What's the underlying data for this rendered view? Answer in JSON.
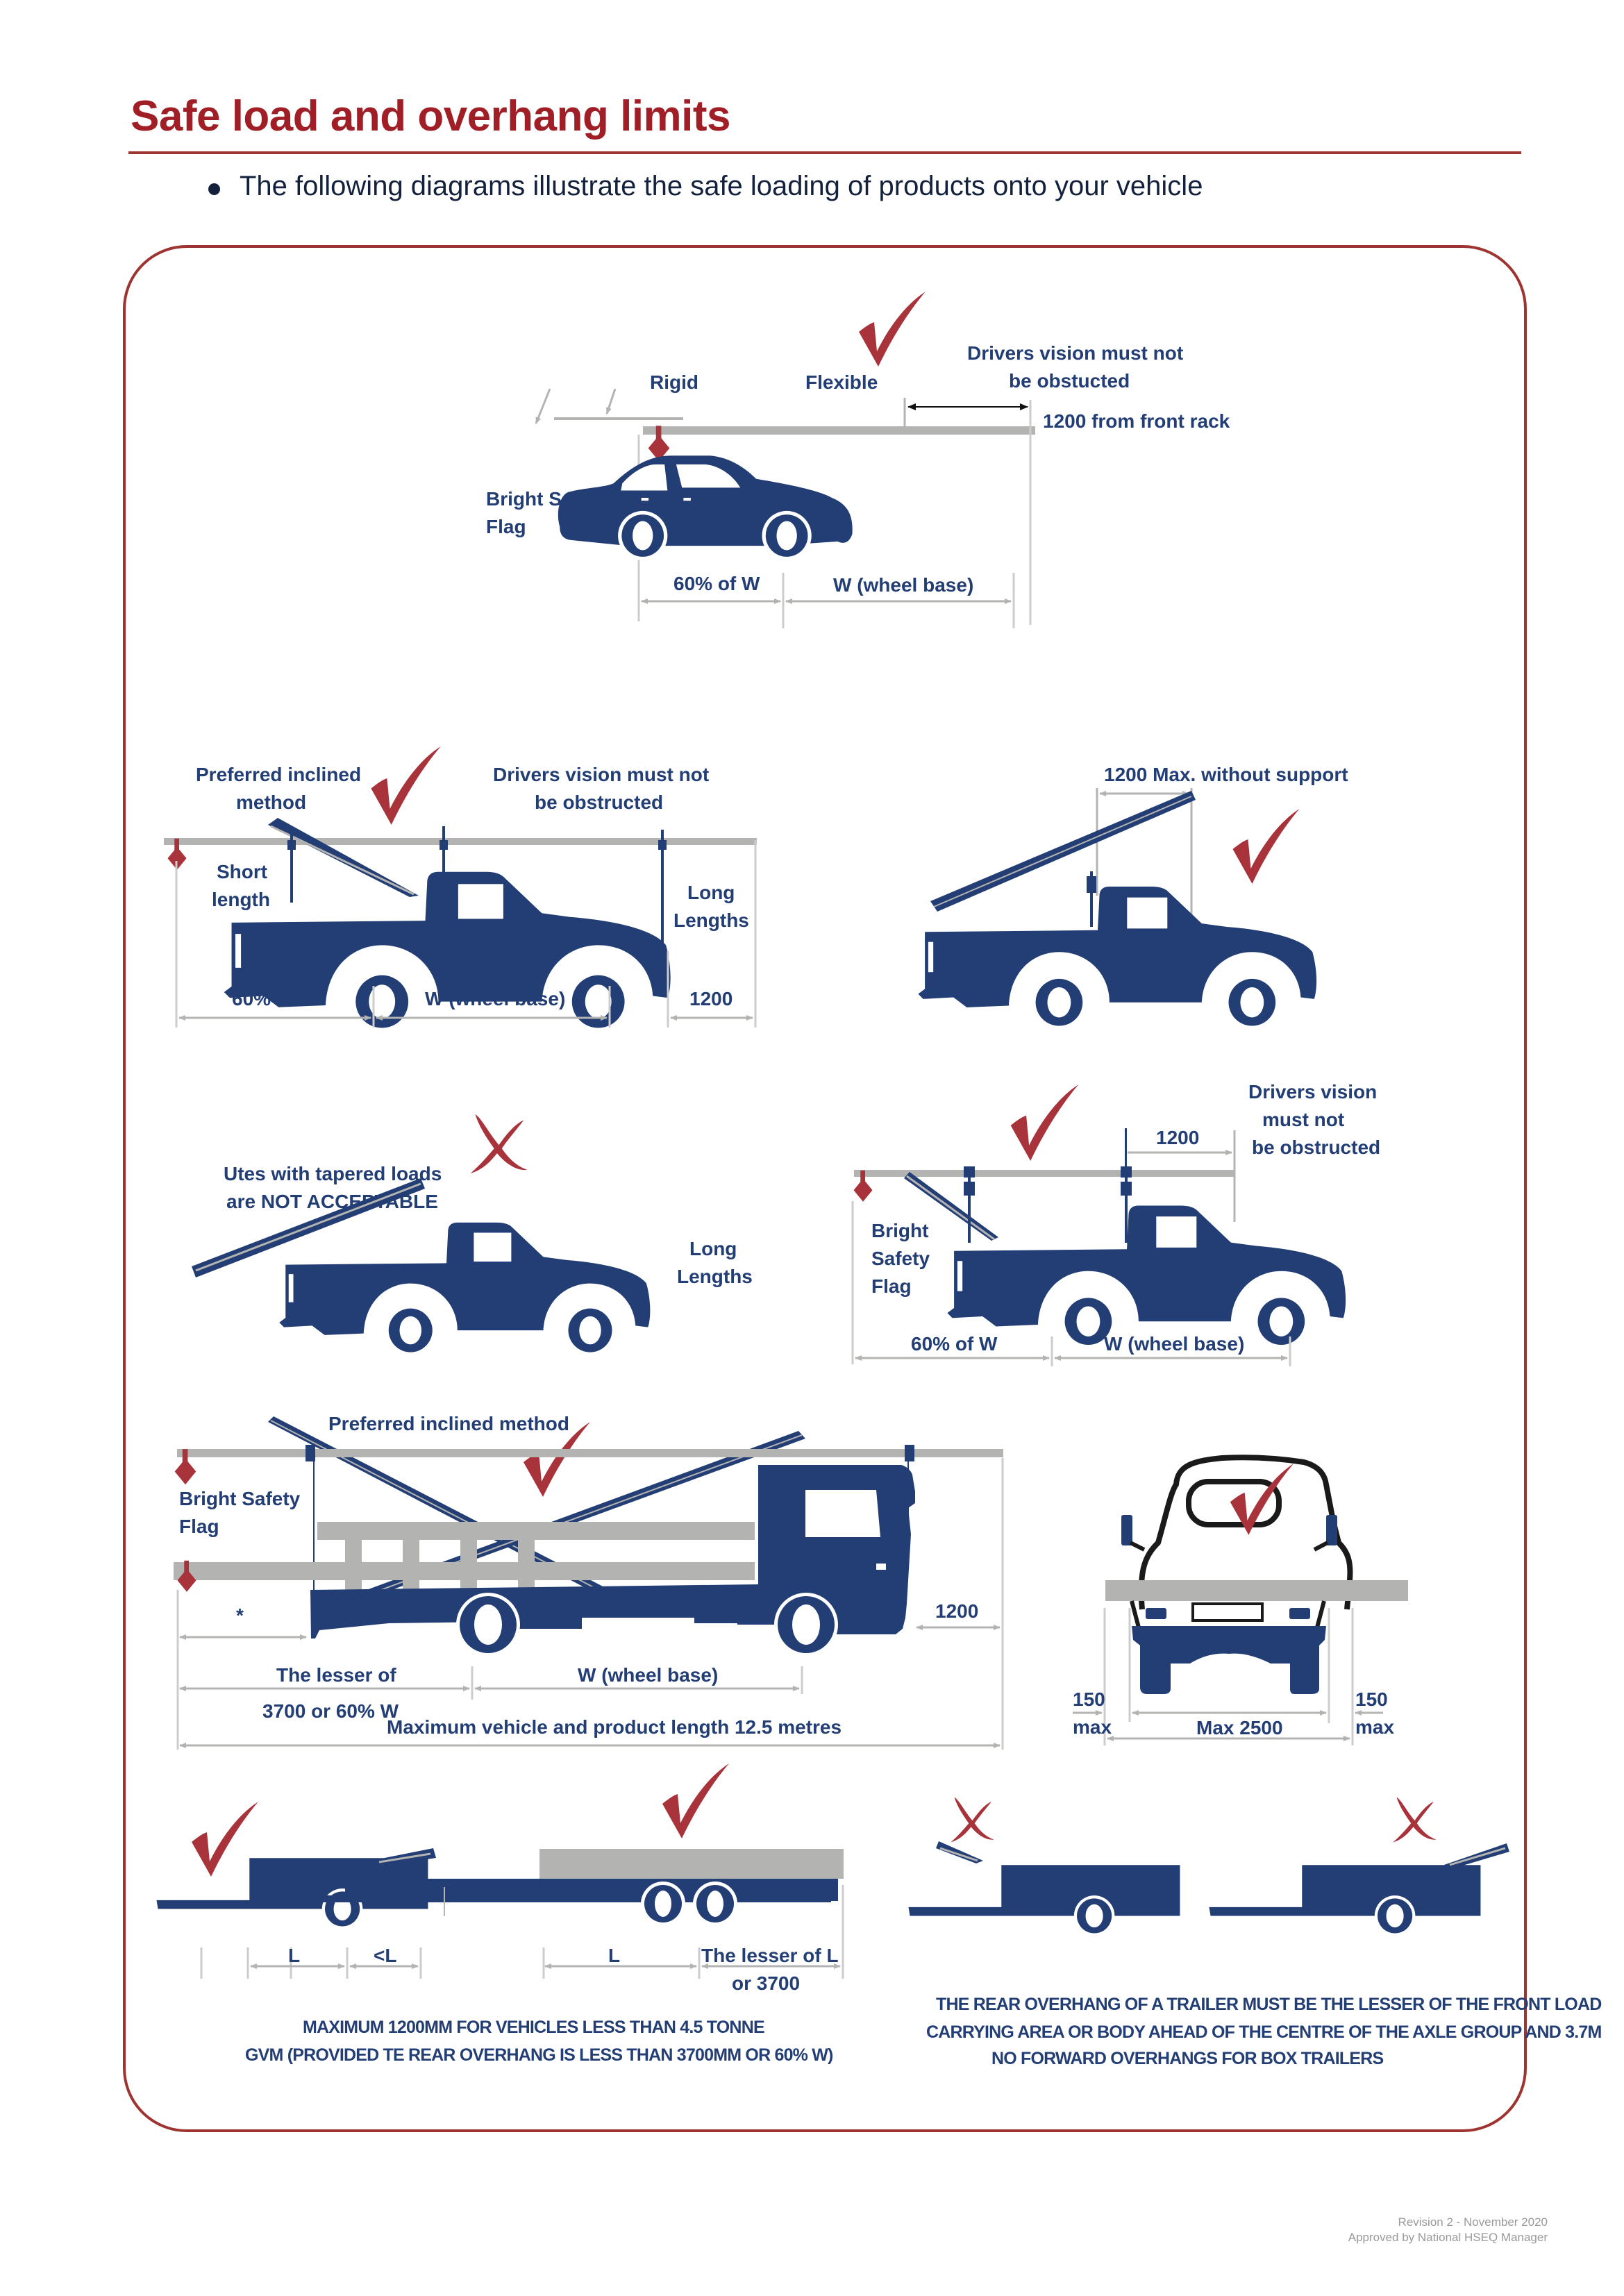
{
  "page": {
    "title": "Safe load and overhang limits",
    "intro_bullet": "The following diagrams illustrate the safe loading of products onto your vehicle"
  },
  "colors": {
    "title_red": "#a01f26",
    "frame_red": "#9e3430",
    "vehicle_navy": "#233e75",
    "load_gray": "#b3b3b2",
    "mark_red": "#a8333a"
  },
  "diagrams": {
    "car_roof_rack": {
      "status": "check-icon",
      "rigid": "Rigid",
      "flexible": "Flexible",
      "vision_line1": "Drivers vision must not",
      "vision_line2": "be obstucted",
      "front_rack": "1200 from front rack",
      "flag_line1": "Bright Safety",
      "flag_line2": "Flag",
      "dim_rear": "60% of W",
      "dim_wheelbase": "W (wheel base)"
    },
    "ute_inclined": {
      "status": "check-icon",
      "preferred_line1": "Preferred inclined",
      "preferred_line2": "method",
      "vision_line1": "Drivers vision must not",
      "vision_line2": "be obstructed",
      "short_line1": "Short",
      "short_line2": "length",
      "long_line1": "Long",
      "long_line2": "Lengths",
      "dim_rear": "60% of W",
      "dim_wheelbase": "W (wheel base)",
      "dim_front": "1200"
    },
    "ute_unsupported": {
      "status": "check-icon",
      "max_label": "1200 Max. without support"
    },
    "ute_tapered": {
      "status": "cross-icon",
      "warn_line1": "Utes with tapered loads",
      "warn_line2": "are NOT ACCEPTABLE",
      "long_line1": "Long",
      "long_line2": "Lengths"
    },
    "ute_rack": {
      "status": "check-icon",
      "dim_front": "1200",
      "vision_line1": "Drivers vision",
      "vision_line2": "must not",
      "vision_line3": "be obstructed",
      "flag_line1": "Bright",
      "flag_line2": "Safety",
      "flag_line3": "Flag",
      "dim_rear": "60% of W",
      "dim_wheelbase": "W (wheel base)"
    },
    "truck": {
      "status": "check-icon",
      "preferred": "Preferred inclined method",
      "flag_line1": "Bright Safety",
      "flag_line2": "Flag",
      "asterisk": "*",
      "dim_front": "1200",
      "lesser_line1": "The lesser of",
      "lesser_line2": "3700 or 60% W",
      "dim_wheelbase": "W (wheel base)",
      "max_length": "Maximum vehicle and product length 12.5 metres"
    },
    "truck_front": {
      "status": "check-icon",
      "left_val": "150",
      "left_unit": "max",
      "right_val": "150",
      "right_unit": "max",
      "width": "Max 2500"
    },
    "trailers_ok": {
      "status": "check-icon",
      "single_L": "L",
      "single_lessL": "<L",
      "tandem_L": "L",
      "tandem_lesser_line1": "The lesser of L",
      "tandem_lesser_line2": "or 3700",
      "note_line1": "MAXIMUM 1200MM FOR VEHICLES LESS THAN 4.5 TONNE",
      "note_line2": "GVM (PROVIDED TE REAR OVERHANG IS LESS THAN 3700MM OR 60% W)"
    },
    "trailers_bad": {
      "status": "cross-icon",
      "note_line1": "THE REAR OVERHANG OF A TRAILER MUST BE THE LESSER OF THE FRONT LOAD",
      "note_line2": "CARRYING AREA OR BODY AHEAD OF THE CENTRE OF THE AXLE GROUP AND 3.7M",
      "note_line3": "NO FORWARD OVERHANGS FOR BOX TRAILERS"
    }
  },
  "footer": {
    "revision": "Revision 2 - November 2020",
    "approval": "Approved by National HSEQ Manager"
  }
}
